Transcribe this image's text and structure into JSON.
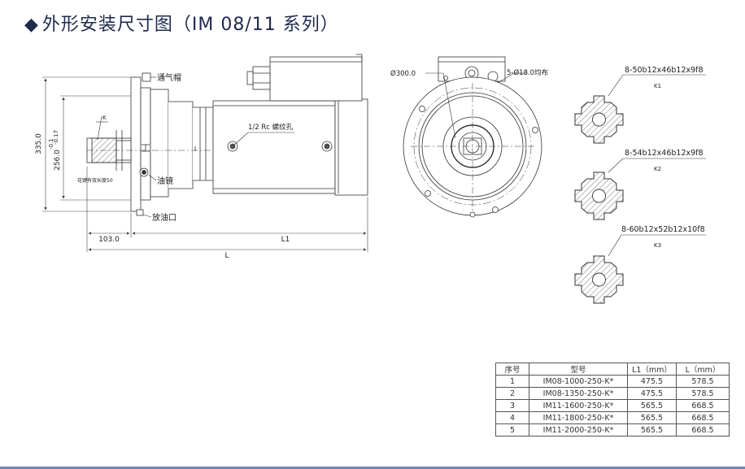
{
  "title": {
    "diamond": "◆",
    "text": "外形安装尺寸图（IM 08/11 系列）"
  },
  "side_view": {
    "vent_cap": "通气帽",
    "oil_mirror": "油镜",
    "oil_drain": "放油口",
    "rc_hole": "1/2 Rc 螺纹孔",
    "key": "K",
    "spline_length": "花键有效长度50",
    "dim_height": "335.0",
    "dim_pilot": "256.0",
    "tol_upper": "-0.1",
    "tol_lower": "-0.17",
    "dim_103": "103.0",
    "dim_L1": "L1",
    "dim_L": "L"
  },
  "front_view": {
    "pcd": "Ø300.0",
    "holes": "5-Ø18.0均布"
  },
  "splines": [
    {
      "spec": "8-50b12x46b12x9f8",
      "tag": "K1"
    },
    {
      "spec": "8-54b12x46b12x9f8",
      "tag": "K2"
    },
    {
      "spec": "8-60b12x52b12x10f8",
      "tag": "K3"
    }
  ],
  "table": {
    "headers": [
      "序号",
      "型号",
      "L1（mm）",
      "L（mm）"
    ],
    "rows": [
      [
        "1",
        "IM08-1000-250-K*",
        "475.5",
        "578.5"
      ],
      [
        "2",
        "IM08-1350-250-K*",
        "475.5",
        "578.5"
      ],
      [
        "3",
        "IM11-1600-250-K*",
        "565.5",
        "668.5"
      ],
      [
        "4",
        "IM11-1800-250-K*",
        "565.5",
        "668.5"
      ],
      [
        "5",
        "IM11-2000-250-K*",
        "565.5",
        "668.5"
      ]
    ]
  }
}
